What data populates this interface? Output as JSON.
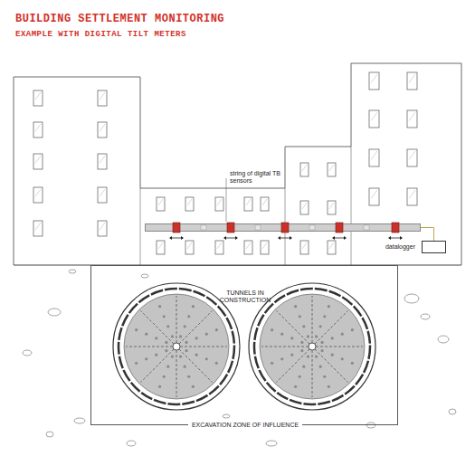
{
  "diagram": {
    "title": "BUILDING SETTLEMENT MONITORING",
    "nodes": [
      {
        "text": [
          "string of digital TB sensors"
        ]
      },
      {
        "text": [
          "datalogger"
        ]
      },
      {
        "text": [
          "TUNNELS IN CONSTRUCTION",
          "EXCAVATION ZONE OF INFLUENCE"
        ]
      }
    ],
    "edges": [
      {
        "from": 0,
        "to": 1,
        "arrow": "none"
      }
    ],
    "labels": [
      "EXAMPLE WITH DIGITAL TILT METERS"
    ]
  }
}
